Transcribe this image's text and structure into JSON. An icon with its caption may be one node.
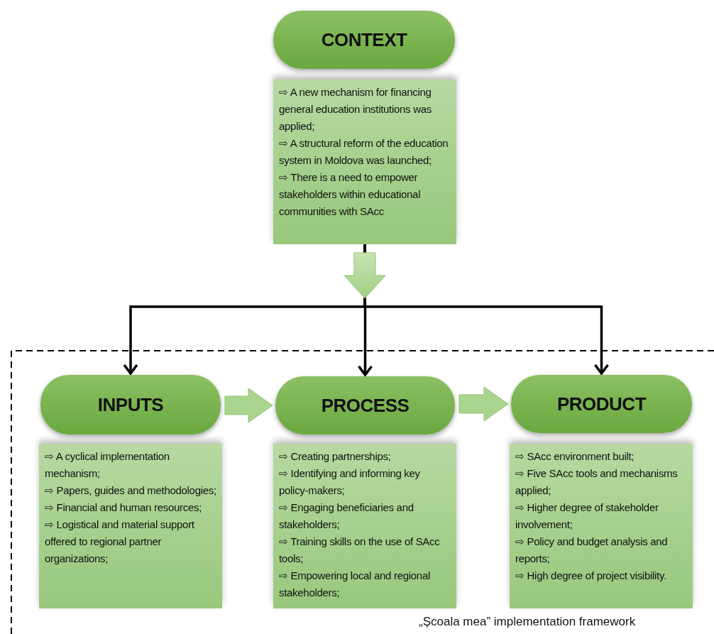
{
  "diagram": {
    "caption": "„Școala mea” implementation framework",
    "nodes": [
      {
        "text": [
          "CONTEXT"
        ]
      },
      {
        "text": [
          "⇨ A new mechanism for financing general education institutions was applied;",
          "⇨ A structural reform of the education system in Moldova was launched;",
          "⇨ There is a need to empower stakeholders within educational communities with SAcc"
        ]
      },
      {
        "text": [
          "INPUTS"
        ]
      },
      {
        "text": [
          "⇨ A cyclical implementation mechanism;",
          "⇨ Papers, guides and methodologies;",
          "⇨ Financial and human resources;",
          "⇨ Logistical and material support offered to regional partner organizations;"
        ]
      },
      {
        "text": [
          "PROCESS"
        ]
      },
      {
        "text": [
          "⇨  Creating partnerships;",
          "⇨ Identifying and informing key policy-makers;",
          "⇨ Engaging beneficiaries and stakeholders;",
          "⇨ Training skills on the use of SAcc tools;",
          "⇨ Empowering local and regional stakeholders;"
        ]
      },
      {
        "text": [
          "PRODUCT"
        ]
      },
      {
        "text": [
          "⇨ SAcc environment built;",
          "⇨ Five SAcc tools and mechanisms applied;",
          "⇨ Higher degree of stakeholder involvement;",
          "⇨ Policy and budget analysis and reports;",
          "⇨ High degree of project visibility."
        ]
      }
    ],
    "edges": [
      {
        "from": 1,
        "to": 2,
        "arrow": "to"
      },
      {
        "from": 1,
        "to": 4,
        "arrow": "to"
      },
      {
        "from": 1,
        "to": 6,
        "arrow": "to"
      },
      {
        "from": 2,
        "to": 4,
        "arrow": "to",
        "style": "thick",
        "color": "#a9d48e"
      },
      {
        "from": 4,
        "to": 6,
        "arrow": "to",
        "style": "thick",
        "color": "#a9d48e"
      }
    ]
  }
}
